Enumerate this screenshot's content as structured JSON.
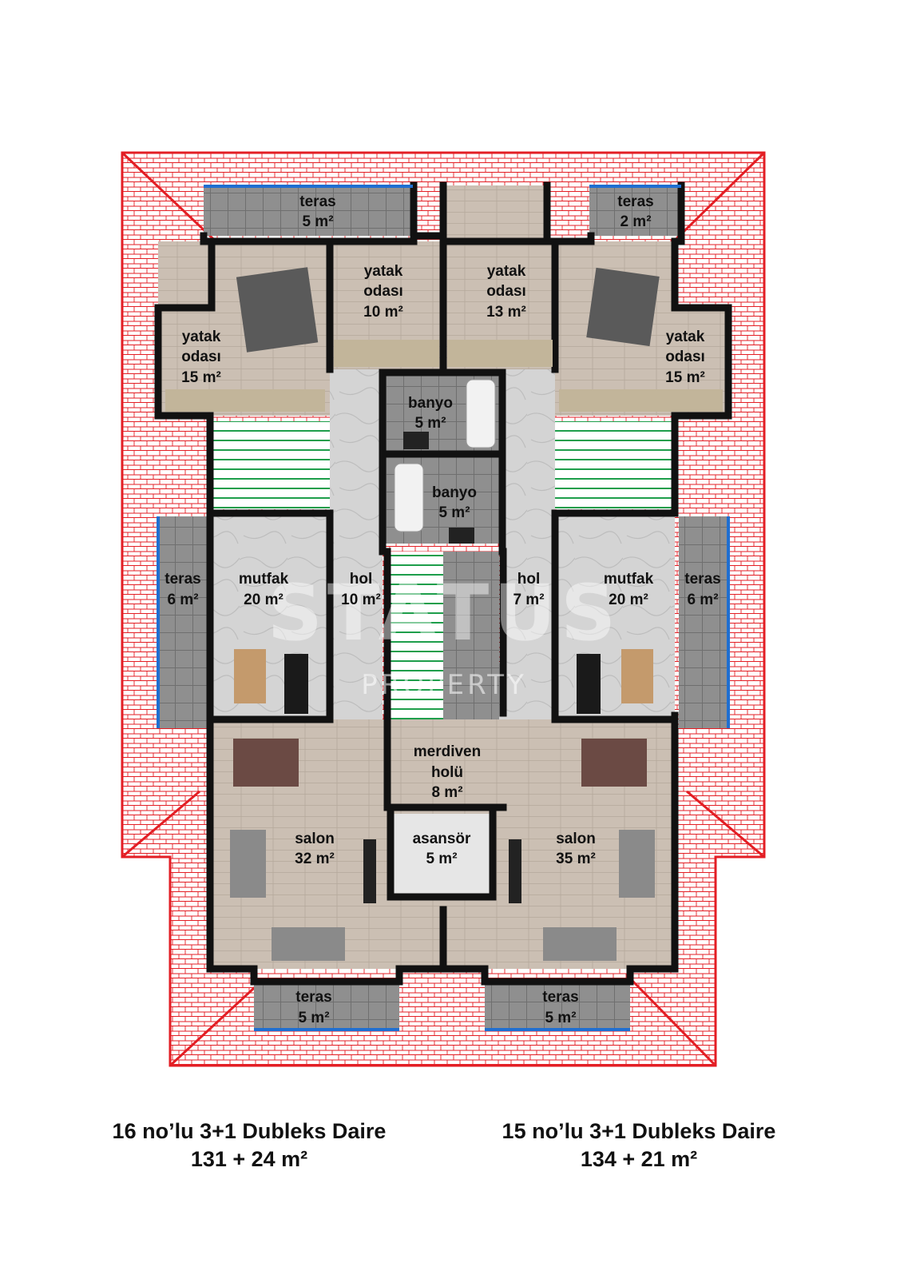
{
  "rooms": {
    "teras_top_left": {
      "name": "teras",
      "area": "5 m²"
    },
    "teras_top_right": {
      "name": "teras",
      "area": "2 m²"
    },
    "bed_left": {
      "name1": "yatak",
      "name2": "odası",
      "area": "15 m²"
    },
    "bed_mid_left": {
      "name1": "yatak",
      "name2": "odası",
      "area": "10 m²"
    },
    "bed_mid_right": {
      "name1": "yatak",
      "name2": "odası",
      "area": "13 m²"
    },
    "bed_right": {
      "name1": "yatak",
      "name2": "odası",
      "area": "15 m²"
    },
    "bath_upper": {
      "name": "banyo",
      "area": "5 m²"
    },
    "bath_lower": {
      "name": "banyo",
      "area": "5 m²"
    },
    "teras_left": {
      "name": "teras",
      "area": "6 m²"
    },
    "kitchen_left": {
      "name": "mutfak",
      "area": "20 m²"
    },
    "hall_left": {
      "name": "hol",
      "area": "10 m²"
    },
    "hall_right": {
      "name": "hol",
      "area": "7 m²"
    },
    "kitchen_right": {
      "name": "mutfak",
      "area": "20 m²"
    },
    "teras_right": {
      "name": "teras",
      "area": "6 m²"
    },
    "stair_hall": {
      "name1": "merdiven",
      "name2": "holü",
      "area": "8 m²"
    },
    "elevator": {
      "name": "asansör",
      "area": "5 m²"
    },
    "salon_left": {
      "name": "salon",
      "area": "32 m²"
    },
    "salon_right": {
      "name": "salon",
      "area": "35 m²"
    },
    "teras_bottom_left": {
      "name": "teras",
      "area": "5 m²"
    },
    "teras_bottom_right": {
      "name": "teras",
      "area": "5 m²"
    }
  },
  "watermark": {
    "line1": "STATUS",
    "line2": "PROPERTY"
  },
  "captions": {
    "left": {
      "title": "16 no’lu 3+1 Dubleks Daire",
      "area": "131 + 24 m²"
    },
    "right": {
      "title": "15 no’lu 3+1 Dubleks Daire",
      "area": "134 + 21 m²"
    }
  },
  "colors": {
    "roof": "#e31e24",
    "wall": "#111111",
    "floor_wood": "#c9bdb1",
    "floor_stone": "#d3d3d3",
    "floor_tile": "#8e8e8e",
    "stairs": "#1e9e4b",
    "railing": "#1f6fd1"
  }
}
